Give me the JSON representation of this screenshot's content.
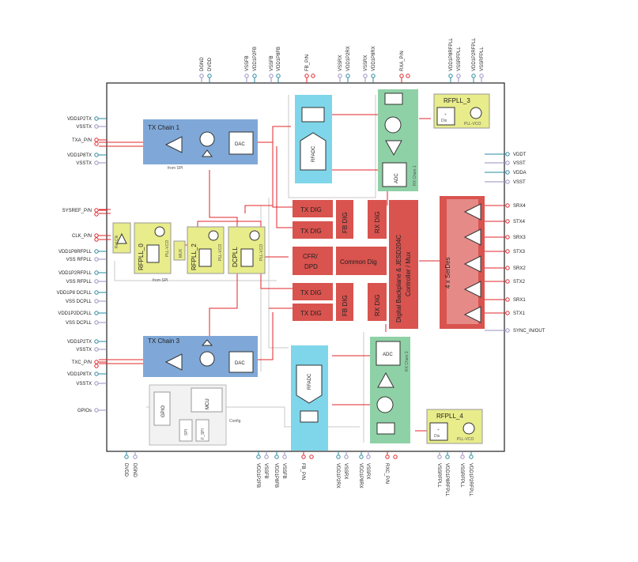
{
  "colors": {
    "tx_chain": "#7fa8d8",
    "rx_chain": "#8fd1a6",
    "rfadc": "#7fd6ea",
    "pll": "#e8ec8a",
    "dig": "#d9534f",
    "serdes": "#d9534f",
    "signal": "#e0252b",
    "power": "#2a8aa0",
    "ground": "#9a8fc0"
  },
  "left_pins": [
    {
      "label": "VDD1P2TX",
      "kind": "power"
    },
    {
      "label": "VSSTX",
      "kind": "ground"
    },
    {
      "label": "TXA_P/N",
      "kind": "signal"
    },
    {
      "label": "VDD1P8TX",
      "kind": "power"
    },
    {
      "label": "VSSTX",
      "kind": "ground"
    },
    {
      "label": "SYSREF_P/N",
      "kind": "signal"
    },
    {
      "label": "CLK_P/N",
      "kind": "signal"
    },
    {
      "label": "VDD1P8RFPLL",
      "kind": "power"
    },
    {
      "label": "VSS RFPLL",
      "kind": "ground"
    },
    {
      "label": "VDD1P2RFPLL",
      "kind": "power"
    },
    {
      "label": "VSS RFPLL",
      "kind": "ground"
    },
    {
      "label": "VDD1P8 DCPLL",
      "kind": "power"
    },
    {
      "label": "VSS DCPLL",
      "kind": "ground"
    },
    {
      "label": "VDD1P2DCPLL",
      "kind": "power"
    },
    {
      "label": "VSS DCPLL",
      "kind": "ground"
    },
    {
      "label": "VDD1P2TX",
      "kind": "power"
    },
    {
      "label": "VSSTX",
      "kind": "ground"
    },
    {
      "label": "TXC_P/N",
      "kind": "signal"
    },
    {
      "label": "VDD1P8TX",
      "kind": "power"
    },
    {
      "label": "VSSTX",
      "kind": "ground"
    },
    {
      "label": "GPIOs",
      "kind": "ground"
    }
  ],
  "right_pins": [
    {
      "label": "VDDT",
      "kind": "power"
    },
    {
      "label": "VSST",
      "kind": "ground"
    },
    {
      "label": "VDDA",
      "kind": "power"
    },
    {
      "label": "VSST",
      "kind": "ground"
    },
    {
      "label": "SRX4",
      "kind": "signal"
    },
    {
      "label": "STX4",
      "kind": "signal"
    },
    {
      "label": "SRX3",
      "kind": "signal"
    },
    {
      "label": "STX3",
      "kind": "signal"
    },
    {
      "label": "SRX2",
      "kind": "signal"
    },
    {
      "label": "STX2",
      "kind": "signal"
    },
    {
      "label": "SRX1",
      "kind": "signal"
    },
    {
      "label": "STX1",
      "kind": "signal"
    },
    {
      "label": "SYNC_IN/OUT",
      "kind": "ground"
    }
  ],
  "top_pins": [
    {
      "label": "DGND",
      "kind": "ground"
    },
    {
      "label": "DVDD",
      "kind": "power"
    },
    {
      "label": "VSSFB",
      "kind": "ground"
    },
    {
      "label": "VDD1P2FB",
      "kind": "power"
    },
    {
      "label": "VSSFB",
      "kind": "ground"
    },
    {
      "label": "VDD1P8FB",
      "kind": "power"
    },
    {
      "label": "FB_P/N",
      "kind": "signal"
    },
    {
      "label": "VSSRX",
      "kind": "ground"
    },
    {
      "label": "VDD1P2RX",
      "kind": "power"
    },
    {
      "label": "VSSRX",
      "kind": "ground"
    },
    {
      "label": "VDD1P8RX",
      "kind": "power"
    },
    {
      "label": "RXA_P/N",
      "kind": "signal"
    },
    {
      "label": "VDD1P8RFPLL",
      "kind": "power"
    },
    {
      "label": "VSSRFPLL",
      "kind": "ground"
    },
    {
      "label": "VDD1P2RFPLL",
      "kind": "power"
    },
    {
      "label": "VSSRFPLL",
      "kind": "ground"
    }
  ],
  "bottom_pins": [
    {
      "label": "DVDD",
      "kind": "power"
    },
    {
      "label": "DGND",
      "kind": "ground"
    },
    {
      "label": "VDD1P2FB",
      "kind": "power"
    },
    {
      "label": "VSSFB",
      "kind": "ground"
    },
    {
      "label": "VDD1P8FB",
      "kind": "power"
    },
    {
      "label": "VSSFB",
      "kind": "ground"
    },
    {
      "label": "FB_P/N",
      "kind": "signal"
    },
    {
      "label": "VDD1P2RX",
      "kind": "power"
    },
    {
      "label": "VSSRX",
      "kind": "ground"
    },
    {
      "label": "VDD1P8RX",
      "kind": "power"
    },
    {
      "label": "VSSRX",
      "kind": "ground"
    },
    {
      "label": "RXC_P/N",
      "kind": "signal"
    },
    {
      "label": "VSSRFPLL",
      "kind": "ground"
    },
    {
      "label": "VDD1P8RFPLL",
      "kind": "power"
    },
    {
      "label": "VSSRFPLL",
      "kind": "ground"
    },
    {
      "label": "VDD1P2RFPLL",
      "kind": "power"
    }
  ],
  "blocks": {
    "tx1": "TX Chain 1",
    "tx3": "TX Chain 3",
    "dac": "DAC",
    "rx1": "RX Chain 1",
    "rx3": "RX Chain 3",
    "rfadc": "RFADC",
    "adc": "ADC",
    "rfpll3": "RFPLL_3",
    "rfpll4": "RFPLL_4",
    "rfpll0": "RFPLL_0",
    "rfpll2": "RFPLL_2",
    "dcpll": "DCPLL",
    "pllvco": "PLL-VCO",
    "refclk": "Ref Clk",
    "mux": "MUX",
    "tx_dig": "TX DIG",
    "fb_dig": "FB DIG",
    "rx_dig": "RX DIG",
    "cfr1": "CFR/",
    "cfr2": "DPD",
    "common_dig": "Common Dig",
    "backplane1": "Digital Backplane & JESD204C",
    "backplane2": "Controller / Mux",
    "serdes": "4 x SerDes",
    "gpio": "GPIO",
    "mcu": "MCU",
    "spi": "SPI",
    "fspi": "F_SPI",
    "config": "Config",
    "from_spi": "from SPI",
    "div_top": "÷",
    "div_bot": "Dis"
  }
}
